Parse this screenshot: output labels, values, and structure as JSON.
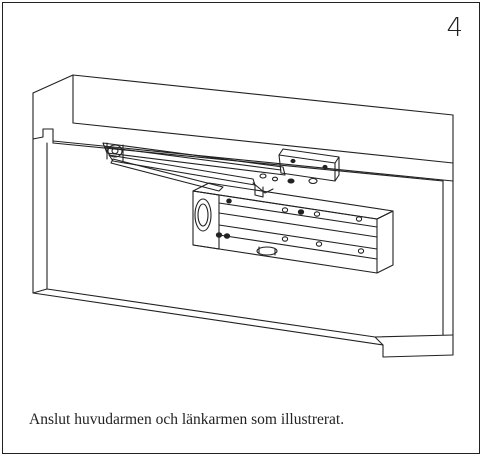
{
  "step": {
    "number": "4"
  },
  "caption": {
    "text": "Anslut huvudarmen och länkarmen som illustrerat."
  },
  "colors": {
    "line": "#222222",
    "background": "#ffffff"
  },
  "illustration": {
    "icon": "door-closer-assembly-drawing"
  }
}
